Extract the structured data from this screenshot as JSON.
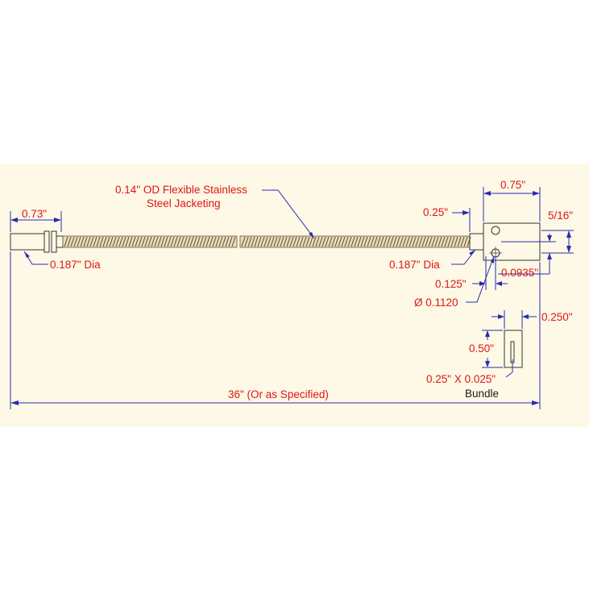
{
  "colors": {
    "panel_background": "#fdf9e6",
    "dimension_line": "#2b2bb0",
    "dimension_text": "#e01414",
    "label_text": "#1a1a1a",
    "jacket": "#8a6a3a"
  },
  "labels": {
    "left_length": "0.73\"",
    "left_dia": "0.187\" Dia",
    "jacket_line1": "0.14\" OD Flexible Stainless",
    "jacket_line2": "Steel Jacketing",
    "ferrule_length": "0.25\"",
    "tip_length": "0.75\"",
    "tip_height": "5/16\"",
    "right_dia": "0.187\" Dia",
    "hole_offset": "0.0935\"",
    "hole_spacing": "0.125\"",
    "hole_dia": "Ø 0.1120",
    "bundle_width": "0.250\"",
    "bundle_height": "0.50\"",
    "bundle_size": "0.25\" X 0.025\"",
    "bundle_name": "Bundle",
    "overall_length": "36\" (Or as Specified)"
  }
}
